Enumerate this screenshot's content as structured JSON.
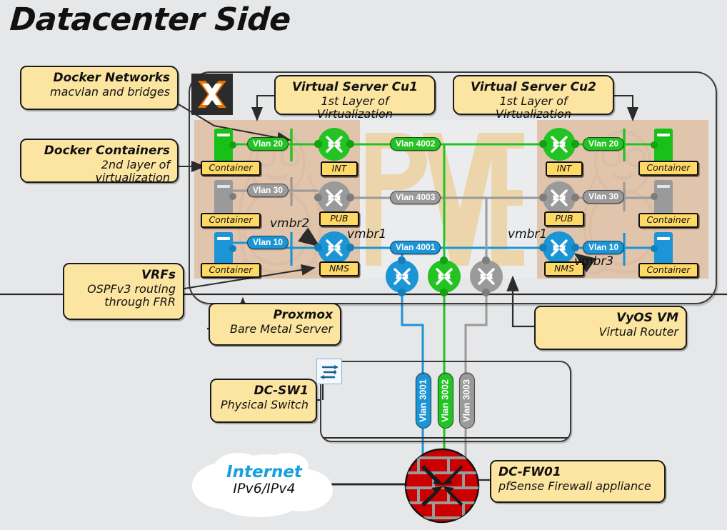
{
  "page": {
    "title": "Datacenter Side",
    "background": "#e6e7e8"
  },
  "colors": {
    "green": "#22c322",
    "gray": "#9a9a9a",
    "blue": "#1b95d6",
    "note_fill": "#fce5a0",
    "plate_fill": "#ffd966",
    "host_panel": "#e0c4ab",
    "proxmox_orange": "#e57000",
    "internet_blue": "#179fde",
    "firewall_red": "#cc0000"
  },
  "notes": [
    {
      "id": "docker-networks",
      "title": "Docker Networks",
      "subtitle": "macvlan and bridges",
      "align": "right"
    },
    {
      "id": "docker-containers",
      "title": "Docker Containers",
      "subtitle": "2nd layer of virtualization",
      "align": "right"
    },
    {
      "id": "virtual-server-cu1",
      "title": "Virtual Server Cu1",
      "subtitle": "1st Layer of Virtualization",
      "align": "center"
    },
    {
      "id": "virtual-server-cu2",
      "title": "Virtual Server Cu2",
      "subtitle": "1st Layer of Virtualization",
      "align": "center"
    },
    {
      "id": "vrfs",
      "title": "VRFs",
      "subtitle": "OSPFv3 routing\nthrough FRR",
      "align": "right"
    },
    {
      "id": "proxmox",
      "title": "Proxmox",
      "subtitle": "Bare Metal Server",
      "align": "right"
    },
    {
      "id": "vyos",
      "title": "VyOS VM",
      "subtitle": "Virtual Router",
      "align": "right"
    },
    {
      "id": "dc-sw1",
      "title": "DC-SW1",
      "subtitle": "Physical Switch",
      "align": "right"
    },
    {
      "id": "dc-fw01",
      "title": "DC-FW01",
      "subtitle": "pfSense Firewall appliance",
      "align": "left"
    }
  ],
  "note_text": {
    "docker_networks_title": "Docker Networks",
    "docker_networks_sub": "macvlan and bridges",
    "docker_containers_title": "Docker Containers",
    "docker_containers_sub": "2nd layer of virtualization",
    "vs_cu1_title": "Virtual Server Cu1",
    "vs_cu1_sub": "1st Layer of Virtualization",
    "vs_cu2_title": "Virtual Server Cu2",
    "vs_cu2_sub": "1st Layer of Virtualization",
    "vrfs_title": "VRFs",
    "vrfs_sub1": "OSPFv3 routing",
    "vrfs_sub2": "through FRR",
    "proxmox_title": "Proxmox",
    "proxmox_sub": "Bare Metal Server",
    "vyos_title": "VyOS VM",
    "vyos_sub": "Virtual Router",
    "dcsw1_title": "DC-SW1",
    "dcsw1_sub": "Physical Switch",
    "dcfw01_title": "DC-FW01",
    "dcfw01_sub": "pfSense Firewall appliance"
  },
  "watermarks": {
    "pve": "PVE",
    "host_left": "tux-penguin",
    "host_right": "tux-penguin"
  },
  "hosts": {
    "left": {
      "id": "cu1",
      "containers": [
        {
          "label": "Container",
          "vlan": "Vlan 20",
          "color": "green"
        },
        {
          "label": "Container",
          "vlan": "Vlan 30",
          "color": "gray"
        },
        {
          "label": "Container",
          "vlan": "Vlan 10",
          "color": "blue"
        }
      ],
      "routers": [
        {
          "label": "INT",
          "color": "green"
        },
        {
          "label": "PUB",
          "color": "gray"
        },
        {
          "label": "NMS",
          "color": "blue"
        }
      ],
      "bridge_labels": [
        {
          "text": "vmbr2"
        },
        {
          "text": "vmbr1"
        }
      ]
    },
    "right": {
      "id": "cu2",
      "containers": [
        {
          "label": "Container",
          "vlan": "Vlan 20",
          "color": "green"
        },
        {
          "label": "Container",
          "vlan": "Vlan 30",
          "color": "gray"
        },
        {
          "label": "Container",
          "vlan": "Vlan 10",
          "color": "blue"
        }
      ],
      "routers": [
        {
          "label": "INT",
          "color": "green"
        },
        {
          "label": "PUB",
          "color": "gray"
        },
        {
          "label": "NMS",
          "color": "blue"
        }
      ],
      "bridge_labels": [
        {
          "text": "vmbr1"
        },
        {
          "text": "vmbr3"
        }
      ]
    }
  },
  "trunk_vlans": [
    {
      "label": "Vlan 4002",
      "color": "green"
    },
    {
      "label": "Vlan 4003",
      "color": "gray"
    },
    {
      "label": "Vlan 4001",
      "color": "blue"
    }
  ],
  "vyos_routers": [
    {
      "color": "blue"
    },
    {
      "color": "green"
    },
    {
      "color": "gray"
    }
  ],
  "uplink_vlans": [
    {
      "label": "Vlan 3001",
      "color": "blue"
    },
    {
      "label": "Vlan 3002",
      "color": "green"
    },
    {
      "label": "Vlan 3003",
      "color": "gray"
    }
  ],
  "internet": {
    "title": "Internet",
    "subtitle": "IPv6/IPv4"
  },
  "icons": {
    "proxmox_logo": "proxmox-x-icon",
    "switch": "network-switch-icon",
    "firewall": "brick-wall-firewall-icon",
    "router": "router-4-arrows-icon",
    "server": "server-tower-icon",
    "cloud": "cloud-icon"
  }
}
